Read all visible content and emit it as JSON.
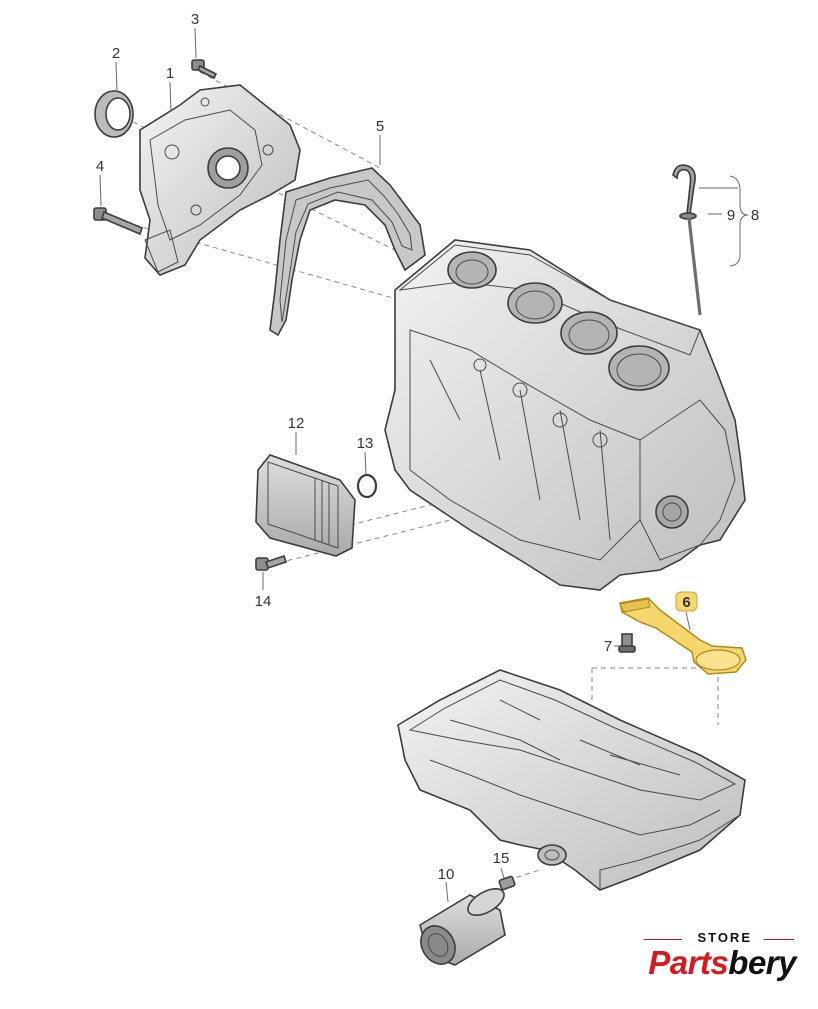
{
  "callouts": [
    {
      "id": "1",
      "text": "1"
    },
    {
      "id": "2",
      "text": "2"
    },
    {
      "id": "3",
      "text": "3"
    },
    {
      "id": "4",
      "text": "4"
    },
    {
      "id": "5",
      "text": "5"
    },
    {
      "id": "6",
      "text": "6"
    },
    {
      "id": "7",
      "text": "7"
    },
    {
      "id": "8",
      "text": "8"
    },
    {
      "id": "9",
      "text": "9"
    },
    {
      "id": "10",
      "text": "10"
    },
    {
      "id": "12",
      "text": "12"
    },
    {
      "id": "13",
      "text": "13"
    },
    {
      "id": "14",
      "text": "14"
    },
    {
      "id": "15",
      "text": "15"
    }
  ],
  "highlight": {
    "callout": "6",
    "color": "#f5d76e"
  },
  "brand": {
    "store": "STORE",
    "name_red": "Parts",
    "name_black": "bery",
    "red": "#d71920",
    "black": "#111111"
  },
  "colors": {
    "part_fill": "#e4e4e4",
    "part_shade": "#c9c9c9",
    "part_dark": "#9a9a9a"
  }
}
